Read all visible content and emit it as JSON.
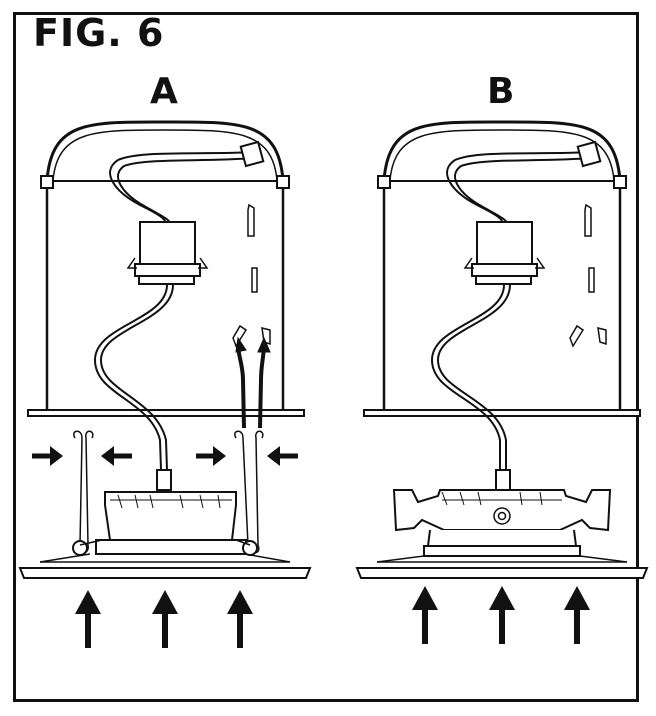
{
  "figure": {
    "title": "FIG. 6"
  },
  "panels": [
    {
      "label": "A"
    },
    {
      "label": "B"
    }
  ]
}
